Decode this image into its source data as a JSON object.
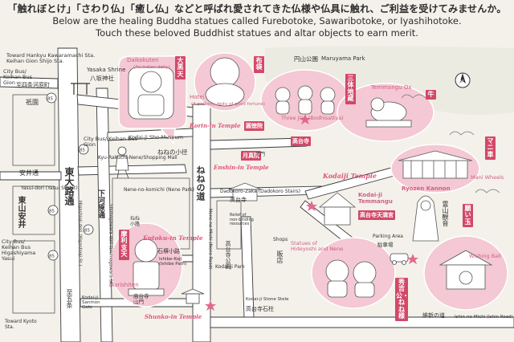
{
  "header": {
    "japanese": "「触れぼとけ」「さわり仏」「癒し仏」などと呼ばれ愛されてきた仏様や仏具に触れ、ご利益を受けてみませんか。",
    "english1": "Below are the healing Buddha statues called Furebotoke, Sawaribotoke, or Iyashihotoke.",
    "english2": "Touch these beloved Buddhist statues and altar objects to earn merit."
  },
  "labels": {
    "hankyu": "Toward Hankyu Kawaramachi Sta.\nKeihan Gion Shijo Sta.",
    "bus_left": "City Bus/\nKeihan Bus\nGion",
    "shijo": "至四条河原町",
    "gion": "祇園",
    "daikokuten": "Daikokuten",
    "daikokuten_sub": "(An Indian deity)",
    "yasaka_en": "Yasaka Shrine",
    "yasaka_ja": "八坂神社",
    "maruyama_ja": "円山公園",
    "maruyama_en": "Maruyama Park",
    "hotei": "Hotei",
    "hotei_sub": "(A potbelly deity of good fortune)",
    "three_jizo": "Three Jizo (Bodhisattva)",
    "temmangu_ox": "Temmangu Ox",
    "korin": "Korin-in Temple",
    "museum": "Kodai-ji Sho-Museum",
    "bus_gion": "City Bus/ Keihan Bus\nGion",
    "kyu": "Kyu-Rakuchi-Nene/Shopping Mall",
    "nene_koji": "ねねの小径",
    "enshin": "Enshin-in Temple",
    "kodaiji": "Kodaiji Temple",
    "higashioji_ja": "東大路通",
    "higashioji_en": "Higashioji-dori (Higashioji St.)",
    "yasui_ja": "安井通",
    "yasui_en": "Yasui-dori (Yasui Street)",
    "higashiyama_yasui": "東山安井",
    "bus_yasui": "City Bus/\nKeihan Bus\nHigashiyama\nYasui",
    "shimogawara_ja": "下河原通",
    "shimogawara_en": "Shimogawara-dori (Shimogawara St.)",
    "nene_park": "Nene-no-komichi (Nene Park)",
    "dadokoro": "Dadokoro-Zaka (Dadokoro Stairs)",
    "kodaiji_ja": "高台寺",
    "kodaiji_park_ja": "高台寺公園",
    "kodaiji_park_en": "Kodai-ji Park",
    "nene_michi_ja": "ねねの道",
    "nene_michi_en": "Nene-no-Michi (Nene Road)",
    "kodaiji_temmangu_en": "Kodai-ji\nTemmangu",
    "kodaiji_temmangu_ja": "高台寺天満宮",
    "hideyoshi": "Statues of\nHideyoshi and Nene",
    "ryozen": "Ryozen Kannon",
    "kannon_ja": "霊山観音",
    "mani": "Mani Wheels",
    "parking_ja": "駐車場",
    "parking_en": "Parking Area",
    "wishing": "Wishing Ball",
    "ishibe_ja": "石塀小路",
    "ishibe_en": "Ishibe-Koji\n(Ishibe Path)",
    "marishiten": "Marishiten",
    "sannomon_ja": "高台寺\n山門",
    "sannomon_en": "Kodai-ji\nSanmon\nGate",
    "shops_ja": "販店",
    "shops_en": "Shops",
    "stele_ja": "高台寺石柱",
    "stele_en": "Kodai-ji Stone Stele",
    "shunko": "Shunko-in Temple",
    "entoku": "Entoku-in Temple",
    "ishin_ja": "維新の道",
    "ishin_en": "Ishin-no-Michi (Ishin Road)",
    "kyoto_sta": "Toward Kyoto\nSta.",
    "gojo": "至五条",
    "relief": "Relief of\nnon-binding\nresources",
    "kitamon_ja": "北門",
    "nene_ja": "ねね\n小路"
  },
  "tags": {
    "daikokuten": "大黒天",
    "hotei": "布袋",
    "three_jizo": "三体地蔵",
    "ox": "牛",
    "korin": "圓徳院",
    "kodaiji": "高台寺",
    "enshin": "月真院",
    "mani": "マニ車",
    "kannon_ball": "願い玉",
    "marishiten": "摩利支天",
    "hideyoshi": "秀吉公・ねね様",
    "temmangu": "高台寺天満宮"
  },
  "bus_stop_number": "85",
  "colors": {
    "background": "#f3f1ea",
    "road": "#ffffff",
    "road_edge": "#3a3a3a",
    "bubble": "#f4c8d4",
    "accent": "#d24868"
  }
}
